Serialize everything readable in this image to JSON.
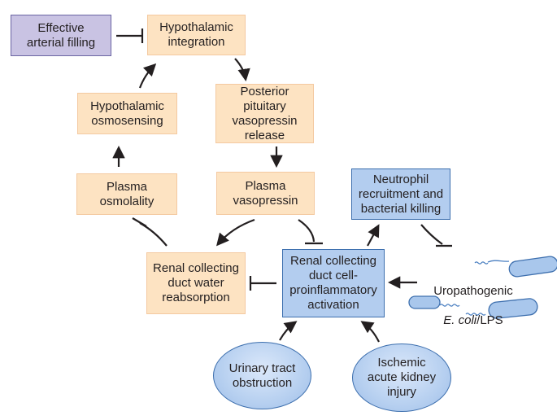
{
  "nodes": {
    "effective_arterial_filling": "Effective\narterial filling",
    "hypothalamic_integration": "Hypothalamic\nintegration",
    "posterior_pituitary": "Posterior\npituitary\nvasopressin\nrelease",
    "hypothalamic_osmosensing": "Hypothalamic\nosmosensing",
    "plasma_osmolality": "Plasma\nosmolality",
    "plasma_vasopressin": "Plasma\nvasopressin",
    "neutrophil": "Neutrophil\nrecruitment and\nbacterial killing",
    "renal_water_reabsorption": "Renal collecting\nduct water\nreabsorption",
    "renal_activation": "Renal collecting\nduct cell-\nproinflammatory\nactivation",
    "uropathogenic_line1": "Uropathogenic",
    "uropathogenic_italic": "E. coli",
    "uropathogenic_suffix": "/LPS",
    "urinary_obstruction": "Urinary tract\nobstruction",
    "ischemic_aki": "Ischemic\nacute kidney\ninjury"
  },
  "colors": {
    "peach_fill": "#fde3c2",
    "purple_fill": "#c9c3e3",
    "blue_fill": "#b3cdef",
    "blue_border": "#3d6fae",
    "line": "#231f20"
  },
  "edges": [
    {
      "from": "effective_arterial_filling",
      "to": "hypothalamic_integration",
      "type": "inhibit"
    },
    {
      "from": "hypothalamic_integration",
      "to": "posterior_pituitary",
      "type": "activate"
    },
    {
      "from": "posterior_pituitary",
      "to": "plasma_vasopressin",
      "type": "activate"
    },
    {
      "from": "plasma_vasopressin",
      "to": "renal_water_reabsorption",
      "type": "activate"
    },
    {
      "from": "plasma_vasopressin",
      "to": "renal_activation",
      "type": "inhibit"
    },
    {
      "from": "renal_water_reabsorption",
      "to": "plasma_osmolality",
      "type": "inhibit"
    },
    {
      "from": "plasma_osmolality",
      "to": "hypothalamic_osmosensing",
      "type": "activate"
    },
    {
      "from": "hypothalamic_osmosensing",
      "to": "hypothalamic_integration",
      "type": "activate"
    },
    {
      "from": "renal_activation",
      "to": "renal_water_reabsorption",
      "type": "inhibit"
    },
    {
      "from": "renal_activation",
      "to": "neutrophil",
      "type": "activate"
    },
    {
      "from": "neutrophil",
      "to": "uropathogenic",
      "type": "inhibit"
    },
    {
      "from": "uropathogenic",
      "to": "renal_activation",
      "type": "activate"
    },
    {
      "from": "urinary_obstruction",
      "to": "renal_activation",
      "type": "activate"
    },
    {
      "from": "ischemic_aki",
      "to": "renal_activation",
      "type": "activate"
    }
  ]
}
